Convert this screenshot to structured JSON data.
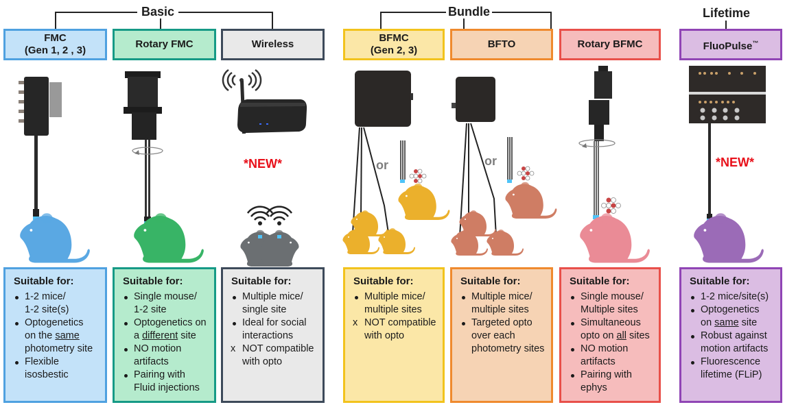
{
  "groups": {
    "basic": "Basic",
    "bundle": "Bundle",
    "lifetime": "Lifetime"
  },
  "products": [
    {
      "id": "fmc",
      "line1": "FMC",
      "line2": "(Gen 1, 2 , 3)",
      "color_fill": "#c3e2f9",
      "color_border": "#4fa1e0",
      "mouse_color": "#5aa8e3"
    },
    {
      "id": "rotary-fmc",
      "line1": "Rotary FMC",
      "line2": "",
      "color_fill": "#b5ebcd",
      "color_border": "#169a86",
      "mouse_color": "#38b466"
    },
    {
      "id": "wireless",
      "line1": "Wireless",
      "line2": "",
      "color_fill": "#e9e9e9",
      "color_border": "#3d4a5a",
      "mouse_color": "#6b6f72"
    },
    {
      "id": "bfmc",
      "line1": "BFMC",
      "line2": "(Gen 2, 3)",
      "color_fill": "#fbe7a7",
      "color_border": "#f2c31d",
      "mouse_color": "#ebb02c"
    },
    {
      "id": "bfto",
      "line1": "BFTO",
      "line2": "",
      "color_fill": "#f6d3b4",
      "color_border": "#ef8a2e",
      "mouse_color": "#cf7d64"
    },
    {
      "id": "rotary-bfmc",
      "line1": "Rotary BFMC",
      "line2": "",
      "color_fill": "#f6bcbc",
      "color_border": "#e8504a",
      "mouse_color": "#ea8b96"
    },
    {
      "id": "fluopulse",
      "line1": "FluoPulse",
      "tm": "™",
      "line2": "",
      "color_fill": "#dbbde3",
      "color_border": "#9045b5",
      "mouse_color": "#9b6bb7"
    }
  ],
  "badges": {
    "new": "*NEW*",
    "or": "or"
  },
  "cards": [
    {
      "title": "Suitable for:",
      "items": [
        {
          "mark": "bullet",
          "lines": [
            "1-2 mice/",
            "1-2 site(s)"
          ]
        },
        {
          "mark": "bullet",
          "lines": [
            "Optogenetics",
            "on the <u>same</u>",
            "photometry site"
          ]
        },
        {
          "mark": "bullet",
          "lines": [
            "Flexible",
            "isosbestic"
          ]
        }
      ]
    },
    {
      "title": "Suitable for:",
      "items": [
        {
          "mark": "bullet",
          "lines": [
            "Single mouse/",
            "1-2 site"
          ]
        },
        {
          "mark": "bullet",
          "lines": [
            "Optogenetics on",
            "a <u>different</u> site"
          ]
        },
        {
          "mark": "bullet",
          "lines": [
            "NO motion",
            "artifacts"
          ]
        },
        {
          "mark": "bullet",
          "lines": [
            "Pairing with",
            "Fluid injections"
          ]
        }
      ]
    },
    {
      "title": "Suitable for:",
      "items": [
        {
          "mark": "bullet",
          "lines": [
            "Multiple mice/",
            "single site"
          ]
        },
        {
          "mark": "bullet",
          "lines": [
            "Ideal for social",
            "interactions"
          ]
        },
        {
          "mark": "x",
          "lines": [
            "NOT compatible",
            "with opto"
          ]
        }
      ]
    },
    {
      "title": "Suitable for:",
      "items": [
        {
          "mark": "bullet",
          "lines": [
            "Multiple mice/",
            "multiple sites"
          ]
        },
        {
          "mark": "x",
          "lines": [
            "NOT compatible",
            "with opto"
          ]
        }
      ]
    },
    {
      "title": "Suitable for:",
      "items": [
        {
          "mark": "bullet",
          "lines": [
            "Multiple mice/",
            "multiple sites"
          ]
        },
        {
          "mark": "bullet",
          "lines": [
            "Targeted opto",
            "over each",
            "photometry sites"
          ]
        }
      ]
    },
    {
      "title": "Suitable for:",
      "items": [
        {
          "mark": "bullet",
          "lines": [
            "Single mouse/",
            "Multiple sites"
          ]
        },
        {
          "mark": "bullet",
          "lines": [
            "Simultaneous",
            "opto on <u>all</u> sites"
          ]
        },
        {
          "mark": "bullet",
          "lines": [
            "NO motion",
            "artifacts"
          ]
        },
        {
          "mark": "bullet",
          "lines": [
            "Pairing with",
            "ephys"
          ]
        }
      ]
    },
    {
      "title": "Suitable for:",
      "items": [
        {
          "mark": "bullet",
          "lines": [
            "1-2 mice/site(s)"
          ]
        },
        {
          "mark": "bullet",
          "lines": [
            "Optogenetics",
            "on <u>same</u> site"
          ]
        },
        {
          "mark": "bullet",
          "lines": [
            "Robust against",
            "motion artifacts"
          ]
        },
        {
          "mark": "bullet",
          "lines": [
            "Fluorescence",
            "lifetime (FLiP)"
          ]
        }
      ]
    }
  ]
}
